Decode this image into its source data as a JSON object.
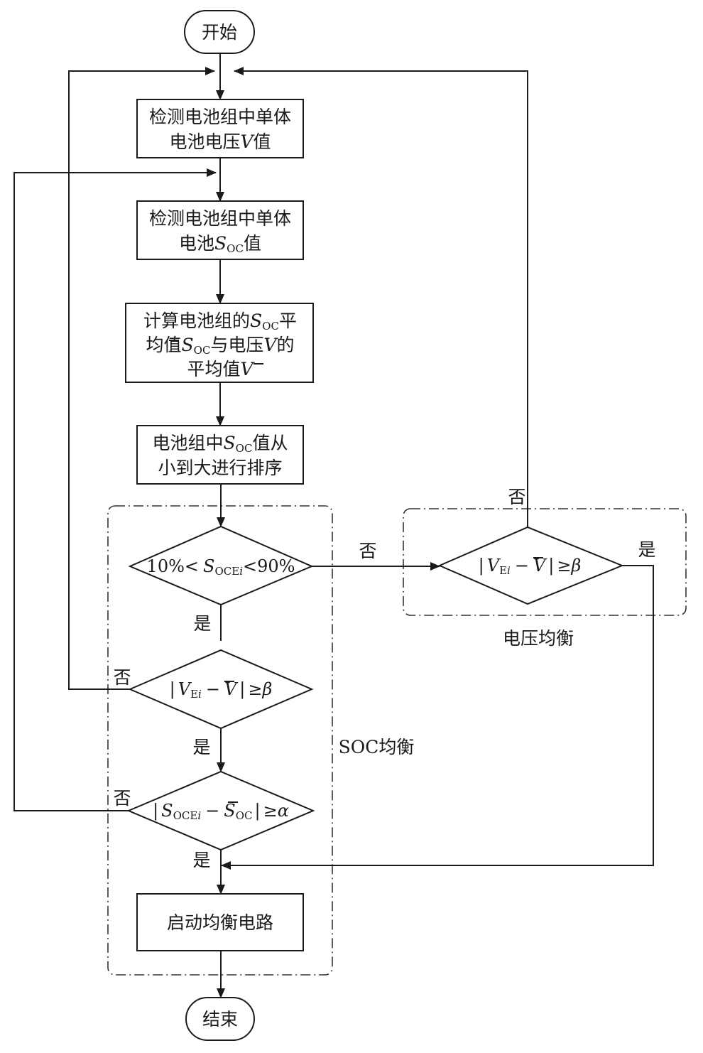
{
  "nodes": {
    "start": "开始",
    "end": "结束",
    "box1_line1": "检测电池组中单体",
    "box1_line2_a": "电池电压",
    "box1_line2_v": "V",
    "box1_line2_b": "值",
    "box2_line1": "检测电池组中单体",
    "box2_line2_a": "电池",
    "box2_s": "S",
    "box2_oc": "OC",
    "box2_line2_b": "值",
    "box3_line1_a": "计算电池组的",
    "box3_s": "S",
    "box3_oc": "OC",
    "box3_line1_b": "平",
    "box3_line2_a": "均值",
    "box3_sbar": "S",
    "box3_sbar_oc": "OC",
    "box3_line2_b": "与电压",
    "box3_v": "V",
    "box3_line2_c": "的",
    "box3_line3_a": "平均值",
    "box3_vbar": "V",
    "box4_line1_a": "电池组中",
    "box4_s": "S",
    "box4_oc": "OC",
    "box4_line1_b": "值从",
    "box4_line2": "小到大进行排序",
    "box5": "启动均衡电路"
  },
  "decisions": {
    "d1_a": "10%<",
    "d1_s": "S",
    "d1_sub": "OCE",
    "d1_i": "i",
    "d1_b": "<90%",
    "d2_bar1": "|",
    "d2_v": "V",
    "d2_sub": "E",
    "d2_i": "i",
    "d2_minus": "−",
    "d2_vbar": "V",
    "d2_bar2": "|",
    "d2_ge": "≥",
    "d2_beta": "β",
    "d3_bar1": "|",
    "d3_s": "S",
    "d3_sub": "OCE",
    "d3_i": "i",
    "d3_minus": "−",
    "d3_sbar": "S",
    "d3_sbar_sub": "OC",
    "d3_bar2": "|",
    "d3_ge": "≥",
    "d3_alpha": "α",
    "dr_bar1": "|",
    "dr_v": "V",
    "dr_sub": "E",
    "dr_i": "i",
    "dr_minus": "−",
    "dr_vbar": "V",
    "dr_bar2": "|",
    "dr_ge": "≥",
    "dr_beta": "β"
  },
  "edge_labels": {
    "no": "否",
    "yes": "是"
  },
  "groups": {
    "soc": "SOC均衡",
    "voltage": "电压均衡"
  }
}
